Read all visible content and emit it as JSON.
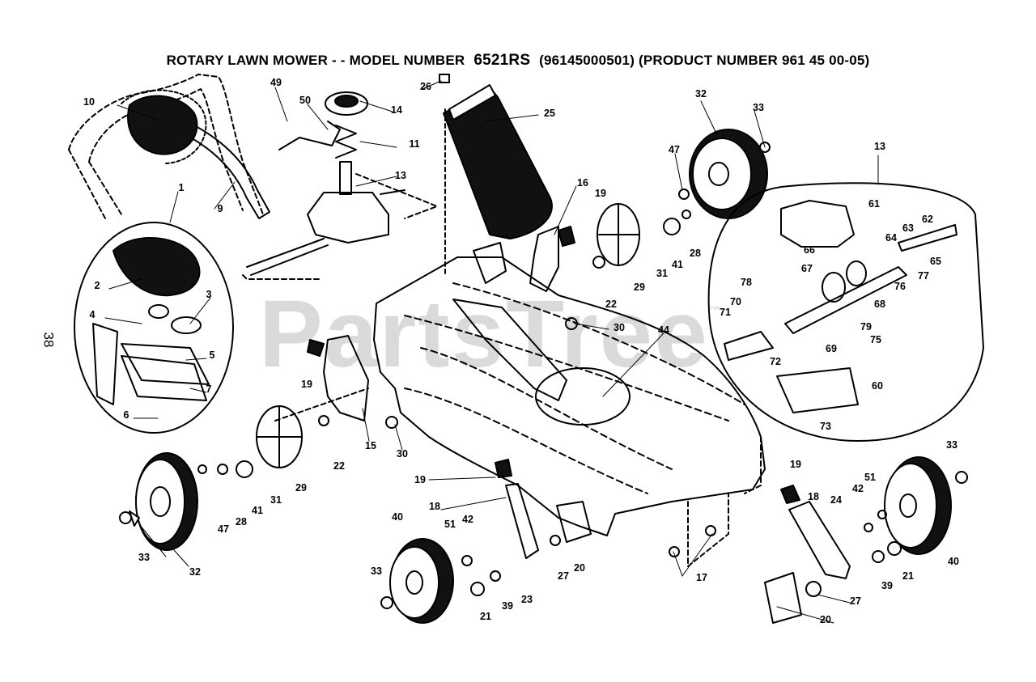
{
  "title": {
    "prefix": "ROTARY LAWN MOWER - - MODEL NUMBER",
    "model": "6521RS",
    "suffix": "(96145000501) (PRODUCT NUMBER 961 45 00-05)"
  },
  "page_number": "38",
  "watermark": {
    "text": "PartsTree",
    "tm": "™"
  },
  "callouts": [
    "1",
    "2",
    "3",
    "4",
    "5",
    "6",
    "7",
    "9",
    "10",
    "11",
    "13",
    "14",
    "15",
    "16",
    "17",
    "18",
    "19",
    "20",
    "21",
    "22",
    "23",
    "24",
    "25",
    "26",
    "27",
    "28",
    "29",
    "30",
    "31",
    "32",
    "33",
    "39",
    "40",
    "41",
    "42",
    "44",
    "47",
    "49",
    "50",
    "51",
    "60",
    "61",
    "62",
    "63",
    "64",
    "65",
    "66",
    "67",
    "68",
    "69",
    "70",
    "71",
    "72",
    "73",
    "75",
    "76",
    "77",
    "78",
    "79"
  ]
}
